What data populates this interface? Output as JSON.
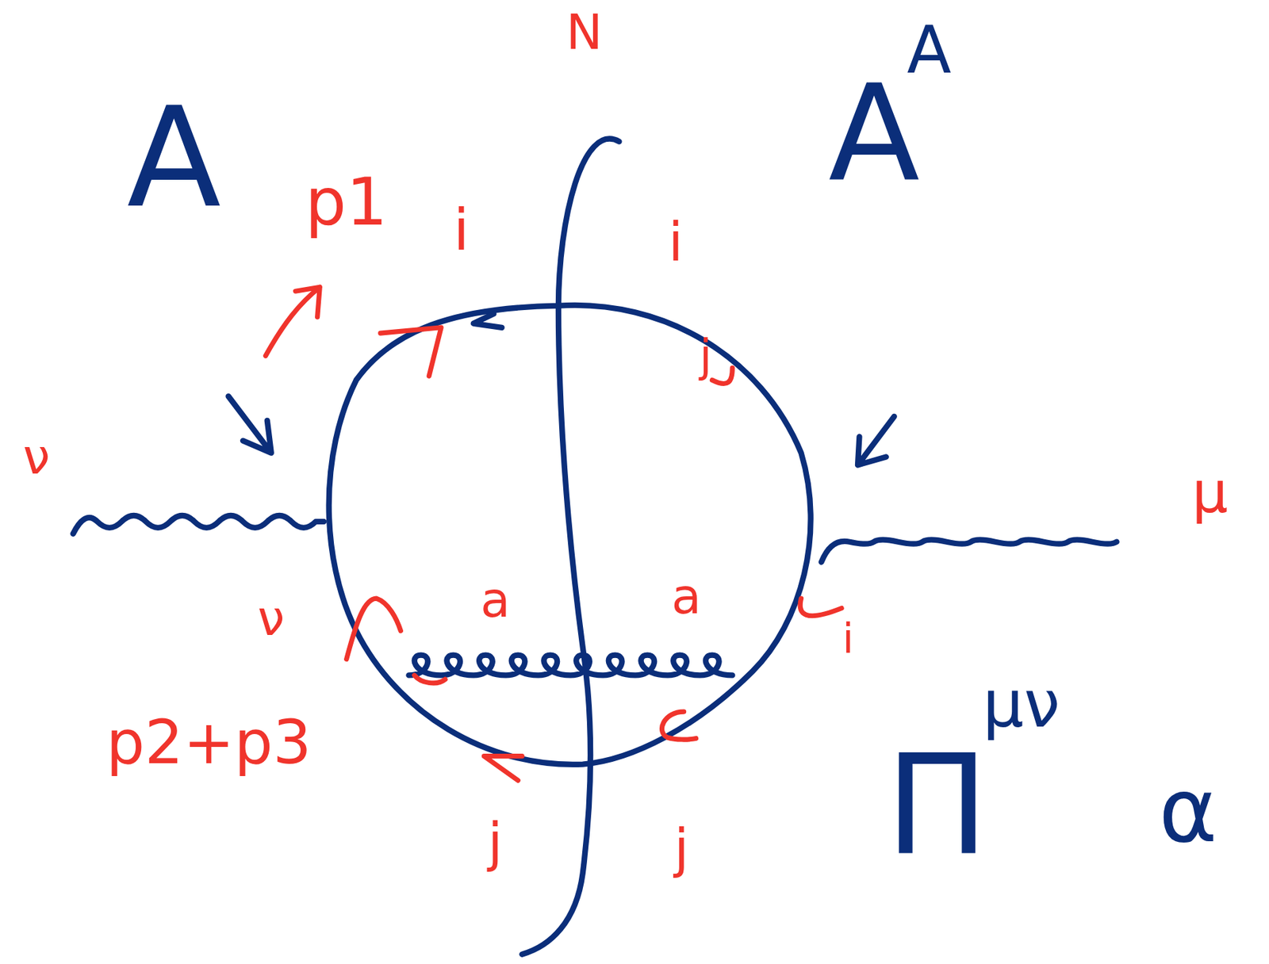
{
  "diagram": {
    "labels": [
      "N",
      "A",
      "A",
      "A",
      "p1",
      "i",
      "i",
      "j",
      "ν",
      "μ",
      "ν",
      "a",
      "a",
      "i",
      "p2+p3",
      "j",
      "j",
      "Π",
      "μν",
      "α"
    ]
  }
}
